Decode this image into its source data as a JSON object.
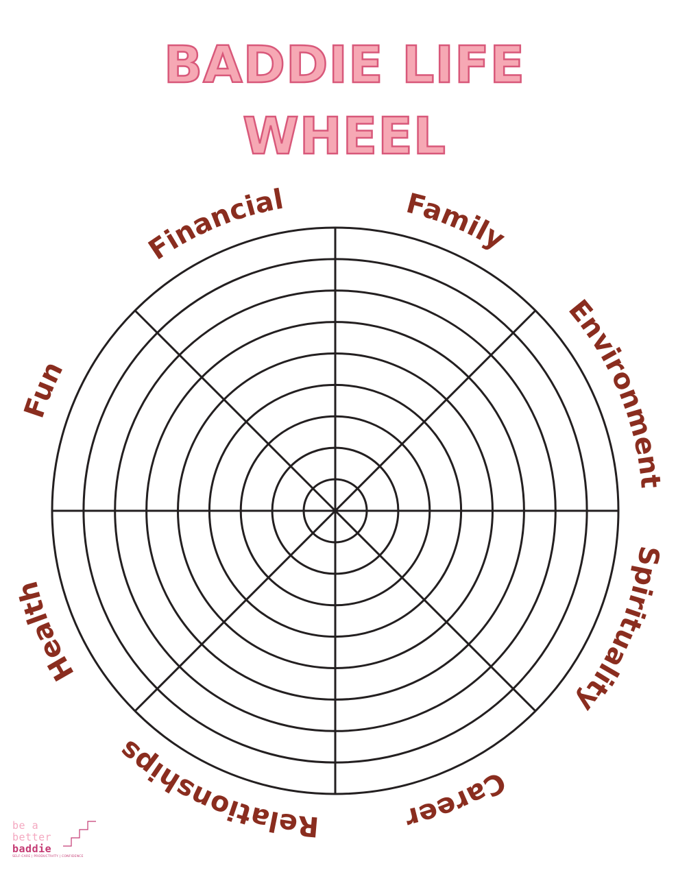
{
  "title": {
    "line1": "BADDIE LIFE",
    "line2": "WHEEL"
  },
  "wheel": {
    "rings": 9,
    "spokes": 8,
    "line_color": "#231f20",
    "label_color": "#8a2d1f",
    "categories": [
      "Family",
      "Environment",
      "Spirituality",
      "Career",
      "Relationships",
      "Health",
      "Fun",
      "Financial"
    ]
  },
  "logo": {
    "line1": "be a",
    "line2": "better",
    "line3": "baddie",
    "tagline": "SELF-CARE | PRODUCTIVITY | CONFIDENCE"
  },
  "colors": {
    "title_fill": "#f6a8b4",
    "title_stroke": "#d8587a",
    "logo_light": "#f4a8c0",
    "logo_dark": "#c43a73"
  }
}
